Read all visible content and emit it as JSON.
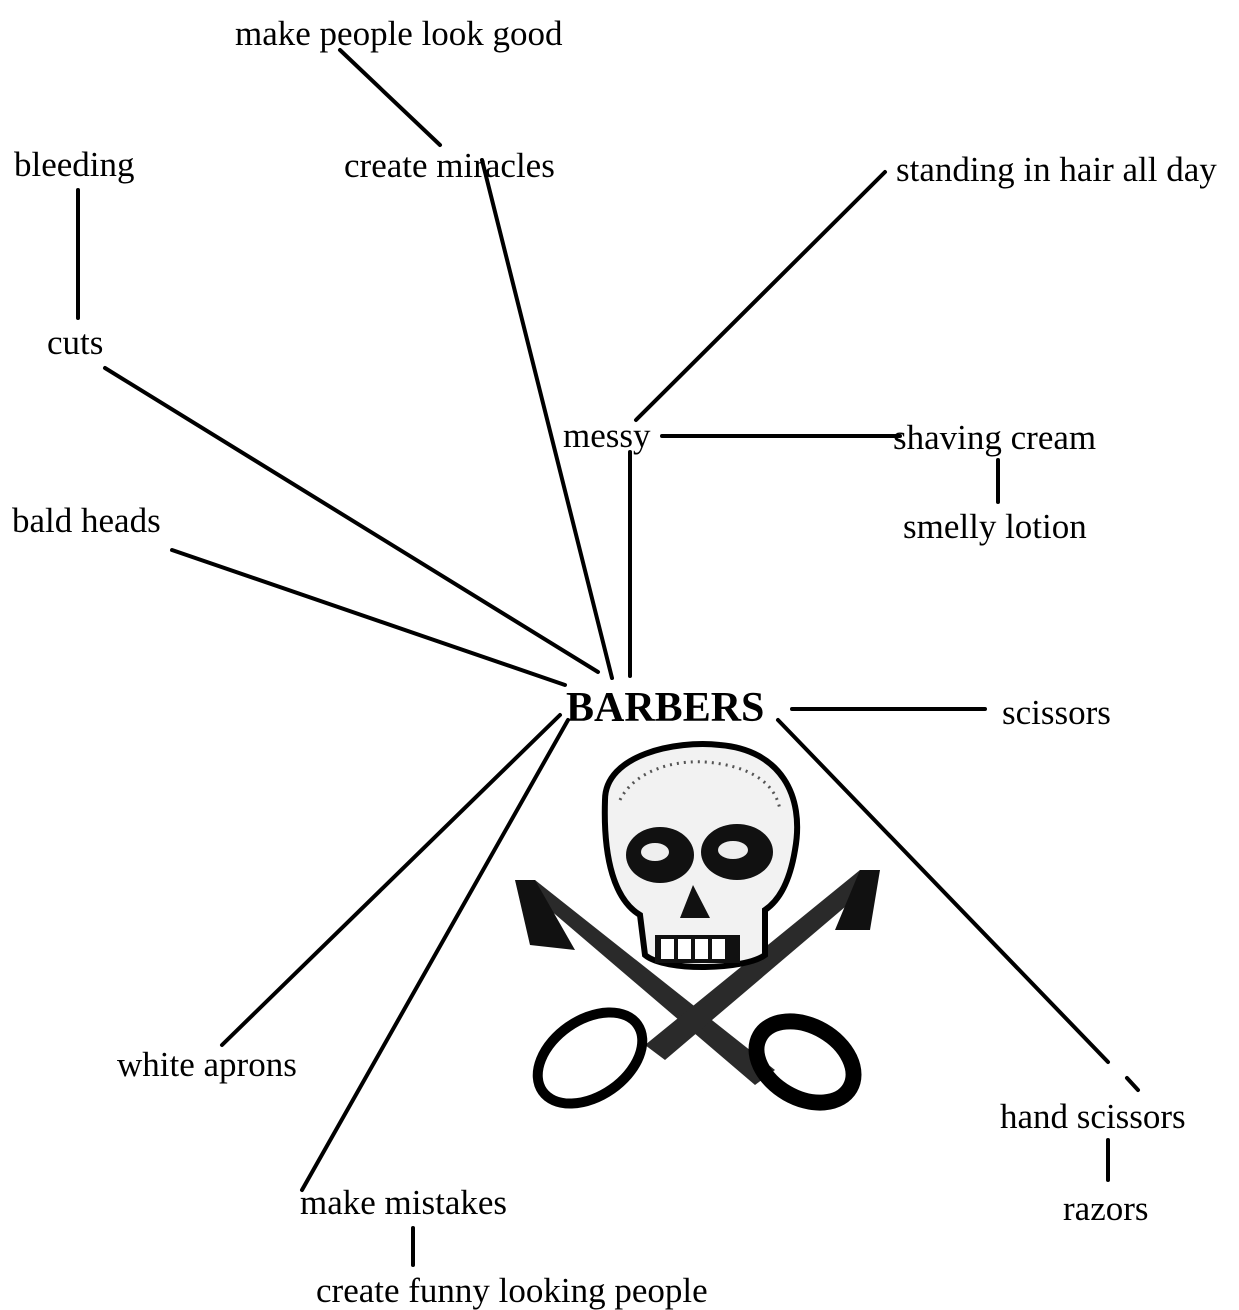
{
  "diagram": {
    "center": "BARBERS",
    "nodes": {
      "make_people_look_good": "make people look good",
      "create_miracles": "create miracles",
      "bleeding": "bleeding",
      "cuts": "cuts",
      "standing_in_hair": "standing in hair all day",
      "messy": "messy",
      "shaving_cream": "shaving cream",
      "smelly_lotion": "smelly lotion",
      "bald_heads": "bald heads",
      "scissors": "scissors",
      "white_aprons": "white aprons",
      "hand_scissors": "hand scissors",
      "razors": "razors",
      "make_mistakes": "make mistakes",
      "create_funny_looking_people": "create funny looking people"
    },
    "emblem_icon": "skull-and-crossed-scissors-icon",
    "line_color": "#000000"
  }
}
